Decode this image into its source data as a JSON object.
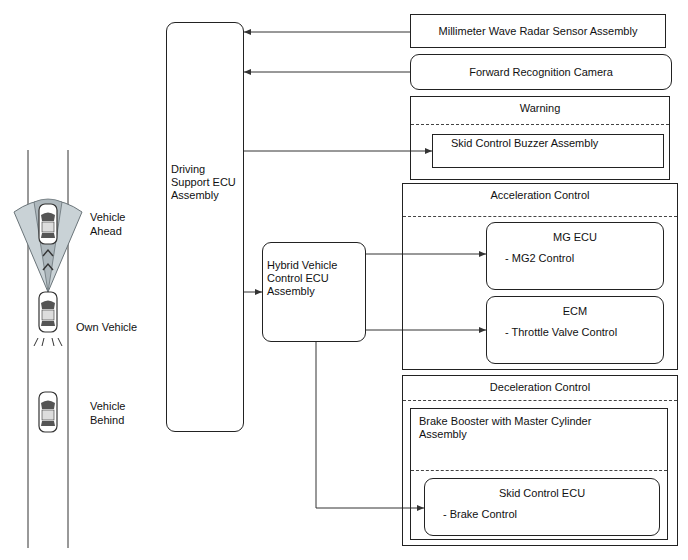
{
  "diagram": {
    "nodes": [
      {
        "text": [
          "Driving Support ECU Assembly"
        ]
      },
      {
        "text": [
          "Millimeter Wave Radar Sensor Assembly"
        ]
      },
      {
        "text": [
          "Forward Recognition Camera"
        ]
      },
      {
        "text": [
          "Warning"
        ]
      },
      {
        "text": [
          "Skid Control Buzzer Assembly"
        ],
        "in": 3
      },
      {
        "text": [
          "Hybrid Vehicle Control ECU Assembly"
        ]
      },
      {
        "text": [
          "Acceleration Control"
        ]
      },
      {
        "text": [
          "MG ECU",
          "- MG2 Control"
        ],
        "in": 6
      },
      {
        "text": [
          "ECM",
          "- Throttle Valve Control"
        ],
        "in": 6
      },
      {
        "text": [
          "Deceleration Control"
        ]
      },
      {
        "text": [
          "Brake Booster with Master Cylinder Assembly"
        ],
        "in": 9
      },
      {
        "text": [
          "Skid Control ECU",
          "- Brake Control"
        ],
        "in": 10
      }
    ],
    "edges": [
      {
        "from": 1,
        "to": 0,
        "arrow": "to"
      },
      {
        "from": 2,
        "to": 0,
        "arrow": "to"
      },
      {
        "from": 0,
        "to": 4,
        "arrow": "to"
      },
      {
        "from": 0,
        "to": 5,
        "arrow": "to"
      },
      {
        "from": 5,
        "to": 7,
        "arrow": "to"
      },
      {
        "from": 5,
        "to": 8,
        "arrow": "to"
      },
      {
        "from": 5,
        "to": 11,
        "arrow": "to"
      }
    ],
    "labels": [
      "Vehicle Ahead",
      "Own Vehicle",
      "Vehicle Behind"
    ]
  }
}
